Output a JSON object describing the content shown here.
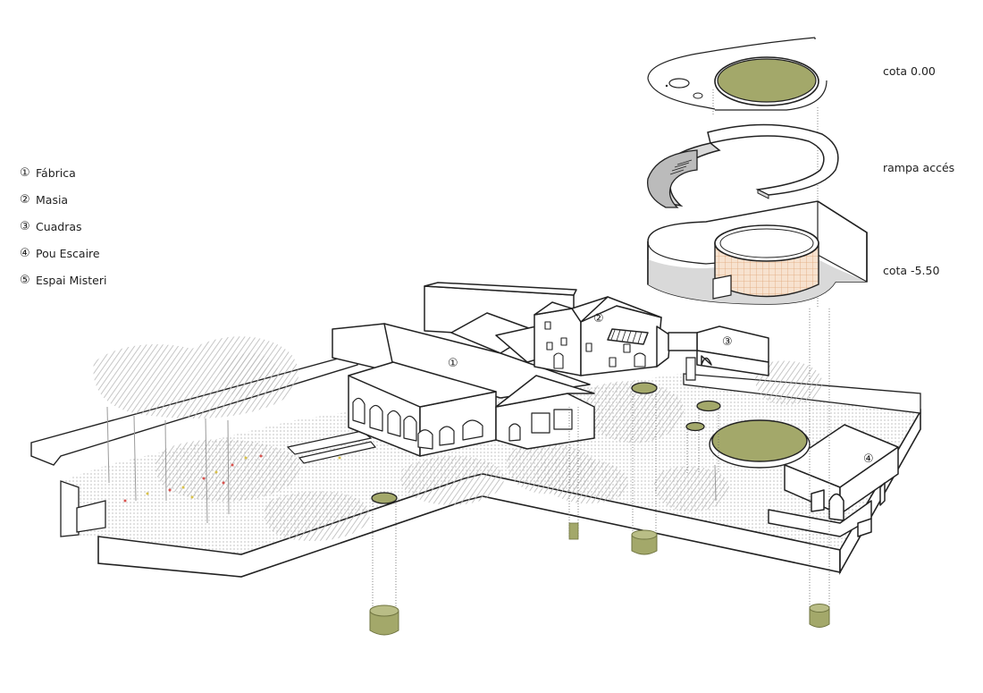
{
  "legend": [
    {
      "num": "①",
      "label": "Fábrica"
    },
    {
      "num": "②",
      "label": "Masia"
    },
    {
      "num": "③",
      "label": "Cuadras"
    },
    {
      "num": "④",
      "label": "Pou Escaire"
    },
    {
      "num": "⑤",
      "label": "Espai Misteri"
    }
  ],
  "levels": {
    "top": "cota 0.00",
    "middle": "rampa accés",
    "bottom": "cota -5.50"
  },
  "markers": [
    "①",
    "②",
    "③",
    "④"
  ],
  "colors": {
    "line": "#222222",
    "olive": "#a3a86a",
    "olive_dark": "#6f7440",
    "hatch": "#b5b5b5",
    "shadow": "#d9d9d9",
    "orange_grid": "#e8b48a",
    "point_red": "#d9534f",
    "point_yellow": "#d9c24a"
  }
}
